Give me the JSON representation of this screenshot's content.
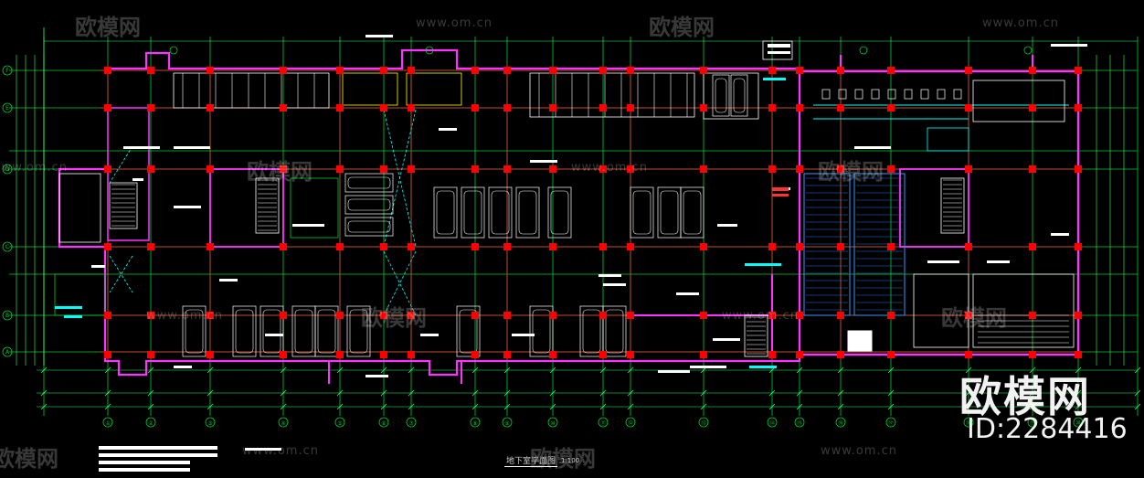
{
  "drawing": {
    "title": "地下室平面图",
    "scale": "1:100"
  },
  "watermark": {
    "brand_cn": "欧模网",
    "url": "www.om.cn",
    "id_label": "ID:2284416"
  },
  "colors": {
    "background": "#000000",
    "wall": "#ff33ff",
    "column": "#ff0000",
    "grid": "#00cc33",
    "detail": "#ffffff",
    "dimension": "#33ff66",
    "accent_cyan": "#00ffff",
    "accent_yellow": "#ffff00"
  },
  "axis_labels": {
    "bottom": [
      "①",
      "②",
      "③",
      "④",
      "⑤",
      "⑥",
      "⑦",
      "⑧",
      "⑨",
      "⑩",
      "⑪",
      "⑫",
      "⑬",
      "⑭",
      "⑮",
      "⑯",
      "⑰",
      "⑱",
      "⑲",
      "⑳"
    ],
    "left": [
      "A",
      "B",
      "C",
      "D",
      "E",
      "F"
    ]
  }
}
